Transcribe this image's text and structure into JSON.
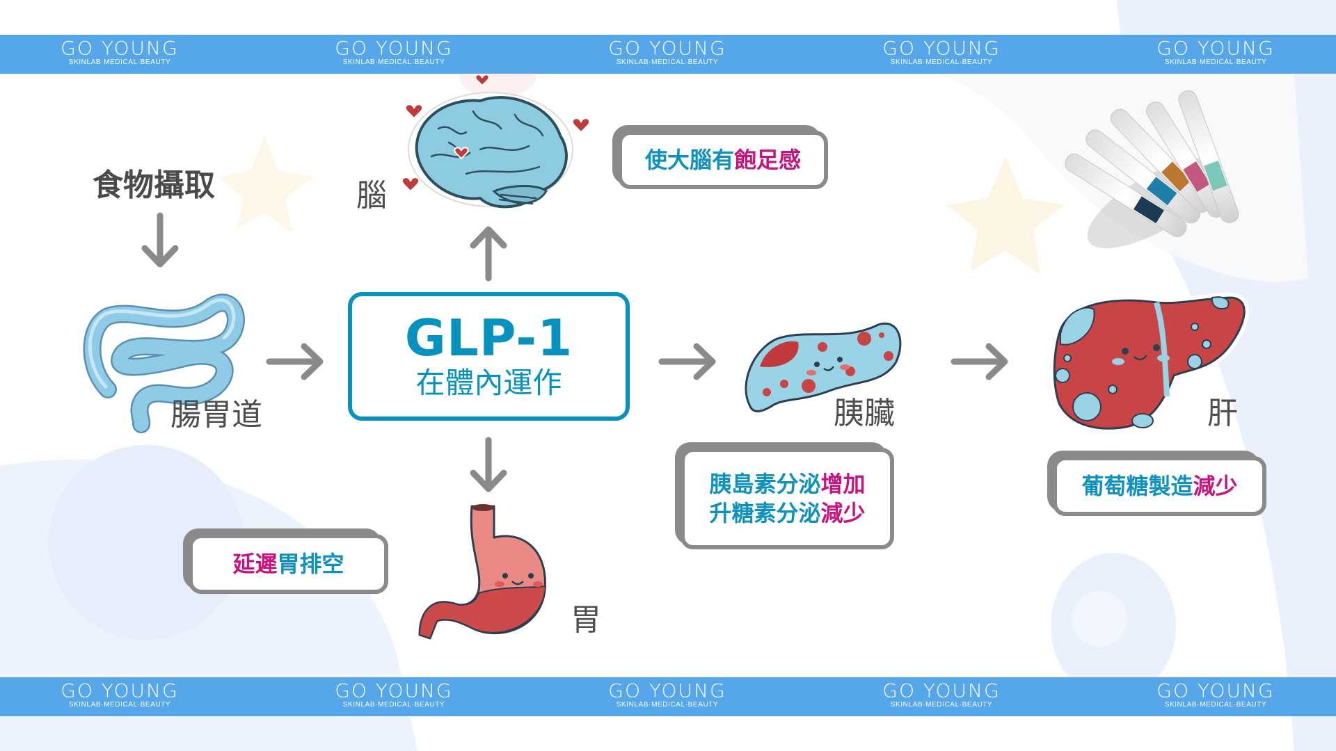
{
  "banner": {
    "brand": "GO YOUNG",
    "tagline": "SKINLAB·MEDICAL·BEAUTY",
    "repeat_count": 5,
    "color": "#56a6ea"
  },
  "diagram": {
    "start_label": "食物攝取",
    "center": {
      "title": "GLP-1",
      "subtitle": "在體內運作",
      "color": "#0791bd"
    },
    "organs": {
      "gut": "腸胃道",
      "brain": "腦",
      "stomach": "胃",
      "pancreas": "胰臟",
      "liver": "肝"
    },
    "effects": {
      "brain": [
        [
          {
            "text": "使大腦有",
            "color": "blue"
          },
          {
            "text": "飽足感",
            "color": "pink"
          }
        ]
      ],
      "stomach": [
        [
          {
            "text": "延遲",
            "color": "pink"
          },
          {
            "text": "胃排空",
            "color": "blue"
          }
        ]
      ],
      "pancreas": [
        [
          {
            "text": "胰島素分泌",
            "color": "blue"
          },
          {
            "text": "增加",
            "color": "pink"
          }
        ],
        [
          {
            "text": "升糖素分泌",
            "color": "blue"
          },
          {
            "text": "減少",
            "color": "pink"
          }
        ]
      ],
      "liver": [
        [
          {
            "text": "葡萄糖製造",
            "color": "blue"
          },
          {
            "text": "減少",
            "color": "pink"
          }
        ]
      ]
    },
    "colors": {
      "blue": "#0e92bd",
      "pink": "#c8127f",
      "arrow": "#8a8a8a",
      "label": "#4d4d4d"
    }
  }
}
